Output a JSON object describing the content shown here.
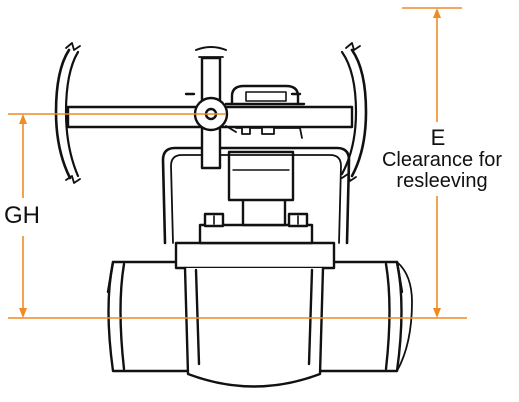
{
  "labels": {
    "gh": "GH",
    "e": "E",
    "note_line1": "Clearance for",
    "note_line2": "resleeving"
  },
  "colors": {
    "dimension": "#f08a24",
    "line": "#111111",
    "background": "#ffffff"
  }
}
